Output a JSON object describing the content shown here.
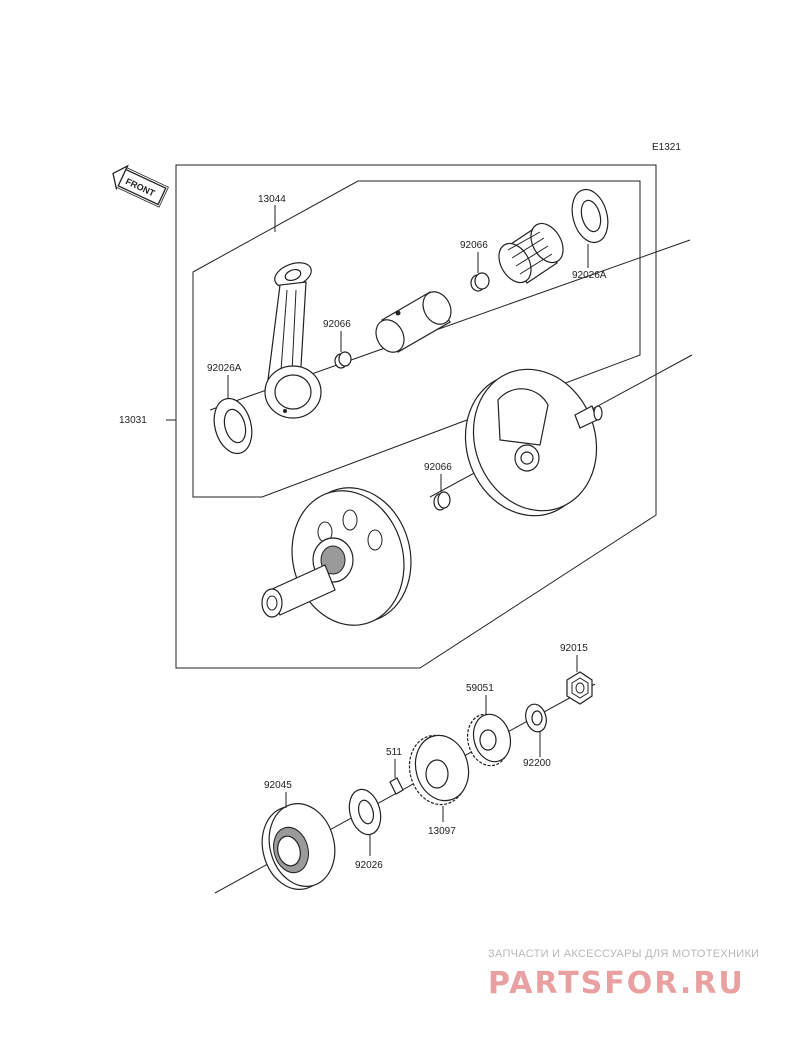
{
  "diagram_code": "E1321",
  "front_label": "FRONT",
  "parts": {
    "p13044": "13044",
    "p92066_a": "92066",
    "p92026A_right": "92026A",
    "p92066_b": "92066",
    "p92026A_left": "92026A",
    "p13031": "13031",
    "p92066_c": "92066",
    "p92015": "92015",
    "p59051": "59051",
    "p511": "511",
    "p92200": "92200",
    "p92045": "92045",
    "p13097": "13097",
    "p92026": "92026"
  },
  "watermark": {
    "tagline": "ЗАПЧАСТИ И АКСЕССУАРЫ ДЛЯ МОТОТЕХНИКИ",
    "logo": "PARTSFOR.RU"
  }
}
